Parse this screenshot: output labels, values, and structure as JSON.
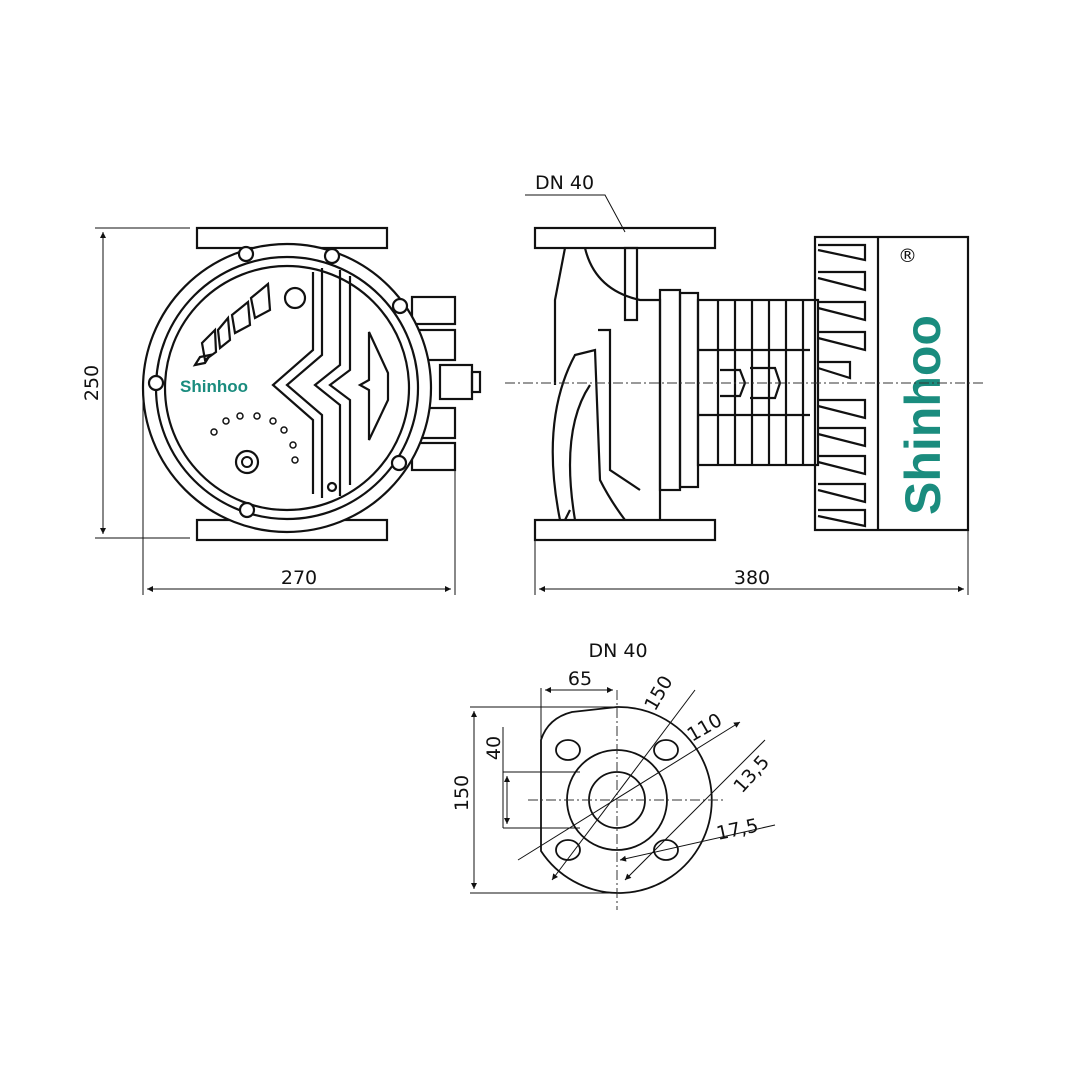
{
  "brand": {
    "name": "Shinhoo",
    "registered": "®",
    "color": "#1a8c7e"
  },
  "front_view": {
    "height_dim": "250",
    "width_dim": "270"
  },
  "side_view": {
    "connection": "DN 40",
    "length_dim": "380"
  },
  "flange_view": {
    "title": "DN 40",
    "offset_dim": "65",
    "height_dim": "150",
    "half_height_dim": "40",
    "outer_dia": "150",
    "bolt_circle": "110",
    "hole_dia": "13,5",
    "slot_dim": "17,5"
  }
}
